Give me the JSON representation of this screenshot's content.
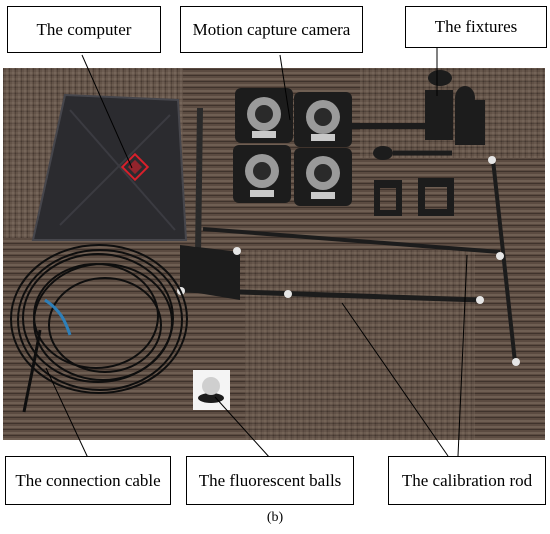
{
  "labels": {
    "computer": "The computer",
    "camera": "Motion capture camera",
    "fixtures": "The fixtures",
    "cable": "The connection cable",
    "balls": "The fluorescent balls",
    "rod": "The calibration rod"
  },
  "caption": "(b)",
  "colors": {
    "carpet_dark": "#4a3c34",
    "carpet_light": "#7f7064",
    "laptop": "#2b2b2f",
    "laptop_logo": "#d8202b",
    "metal": "#1c1c1c",
    "marker_ball": "#e6e6e6"
  }
}
